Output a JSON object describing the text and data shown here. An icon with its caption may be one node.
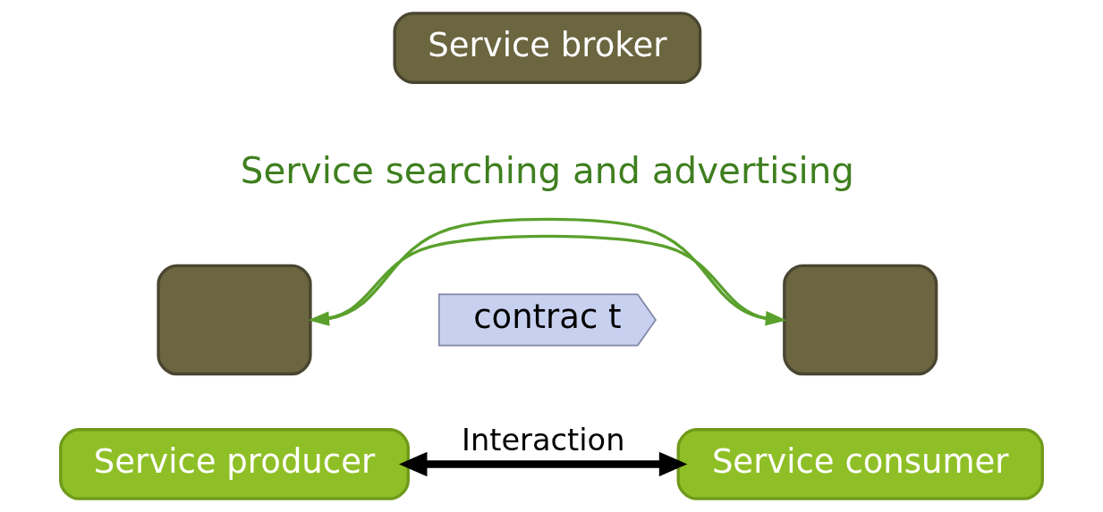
{
  "diagram": {
    "nodes": [
      {
        "text": [
          "Service broker"
        ]
      },
      {
        "text": [],
        "shape": "box"
      },
      {
        "text": [
          "Service producer"
        ]
      },
      {
        "text": [
          "contrac t"
        ]
      },
      {
        "text": [],
        "shape": "box"
      },
      {
        "text": [
          "Service consumer"
        ]
      }
    ],
    "edges": [
      {
        "from": 1,
        "to": 4,
        "arrow": "to"
      },
      {
        "from": 4,
        "to": 1,
        "arrow": "to"
      },
      {
        "from": 2,
        "to": 5,
        "arrow": "both",
        "label": "Interaction",
        "style": "thick",
        "color": "#000000"
      }
    ],
    "labels": [
      "Service searching and advertising"
    ]
  }
}
